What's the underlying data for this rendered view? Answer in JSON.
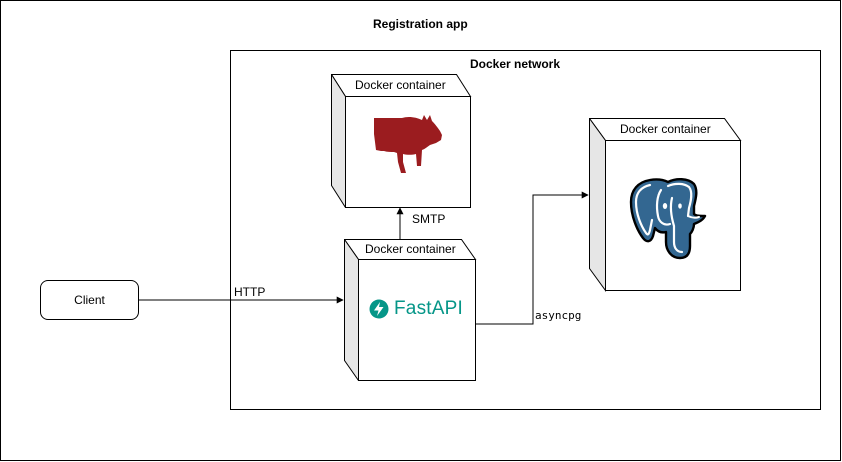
{
  "diagram": {
    "title": "Registration app",
    "network_title": "Docker network",
    "client_label": "Client",
    "containers": {
      "mail_label": "Docker container",
      "api_label": "Docker container",
      "db_label": "Docker container"
    },
    "edges": {
      "http_label": "HTTP",
      "smtp_label": "SMTP",
      "asyncpg_label": "asyncpg"
    },
    "fastapi_wordmark": "FastAPI",
    "icons": {
      "mail_service": "pig-icon",
      "api_service": "fastapi-logo-icon",
      "database": "postgresql-elephant-icon"
    },
    "colors": {
      "pig": "#9b1c1f",
      "fastapi": "#059688",
      "postgres": "#336791",
      "cube_side": "#e6e6e6"
    }
  }
}
